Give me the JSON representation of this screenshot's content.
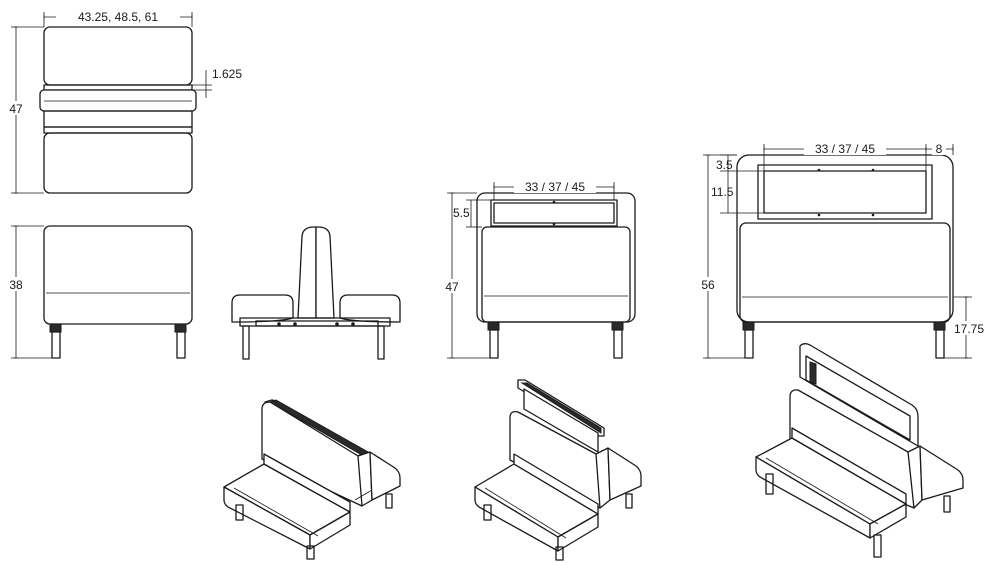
{
  "dimensions": {
    "v1_width": "43.25, 48.5, 61",
    "v1_height": "47",
    "v1_gap": "1.625",
    "v2_height": "38",
    "v4_panel_width": "33 / 37 / 45",
    "v4_panel_offset": "5.5",
    "v4_height": "47",
    "v5_panel_width": "33 / 37 / 45",
    "v5_panel_side": "8",
    "v5_top_offset": "3.5",
    "v5_panel_height": "11.5",
    "v5_height": "56",
    "v5_seat_height": "17.75"
  }
}
